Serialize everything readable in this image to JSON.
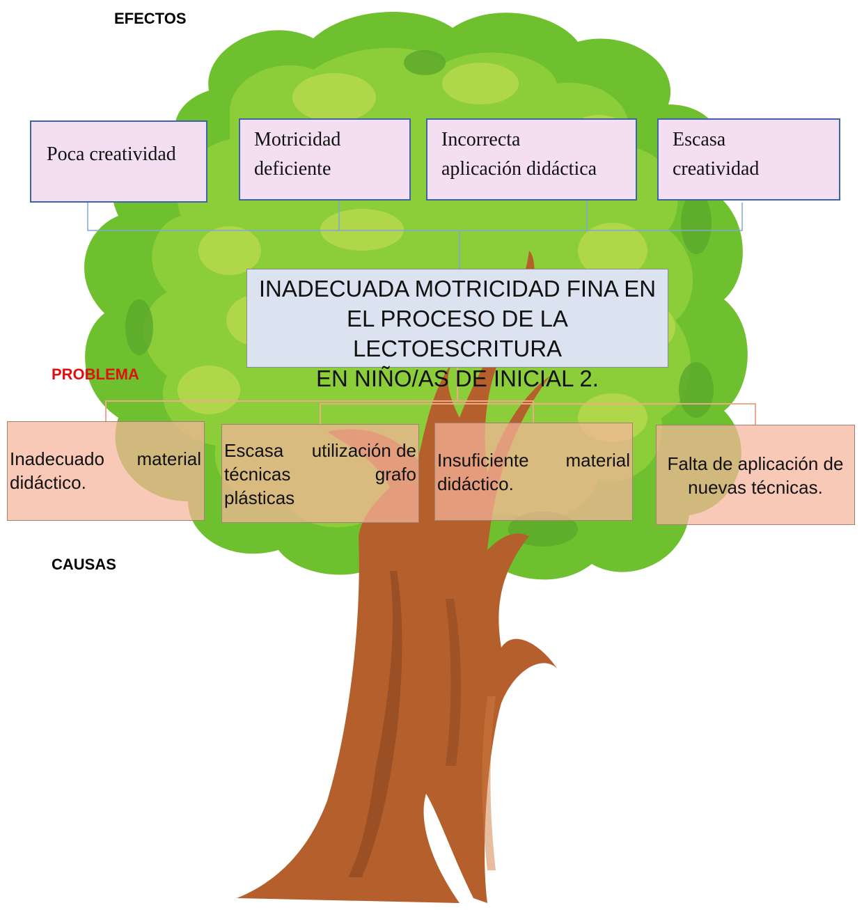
{
  "labels": {
    "effects": "EFECTOS",
    "problem": "PROBLEMA",
    "causes": "CAUSAS"
  },
  "effects": [
    {
      "lines": [
        "Poca creatividad"
      ]
    },
    {
      "lines": [
        "Motricidad",
        "deficiente"
      ]
    },
    {
      "lines": [
        "Incorrecta",
        "aplicación didáctica"
      ]
    },
    {
      "lines": [
        "Escasa",
        "creatividad"
      ]
    }
  ],
  "problem": {
    "lines": [
      "INADECUADA MOTRICIDAD FINA EN",
      "EL PROCESO DE LA LECTOESCRITURA",
      "EN NIÑO/AS DE INICIAL 2."
    ]
  },
  "causes": [
    {
      "line1_a": "Inadecuado",
      "line1_b": "material",
      "line2": "didáctico."
    },
    {
      "line1_a": "Escasa",
      "line1_b": "utilización de",
      "line2_a": "técnicas",
      "line2_b": "grafo",
      "line3": "plásticas"
    },
    {
      "line1_a": "Insuficiente",
      "line1_b": "material",
      "line2": "didáctico."
    },
    {
      "line1": "Falta de aplicación de",
      "line2": "nuevas técnicas."
    }
  ],
  "colors": {
    "foliage_dark": "#6bbf2a",
    "foliage_mid": "#8ccd3a",
    "foliage_light": "#b3d94a",
    "trunk": "#b5602c",
    "trunk_dark": "#8a4520",
    "effect_fill": "#f3dff1",
    "effect_border": "#3f63a8",
    "problem_fill": "#dce3f0",
    "cause_fill": "#f7b49b",
    "problem_label": "#e01010"
  }
}
